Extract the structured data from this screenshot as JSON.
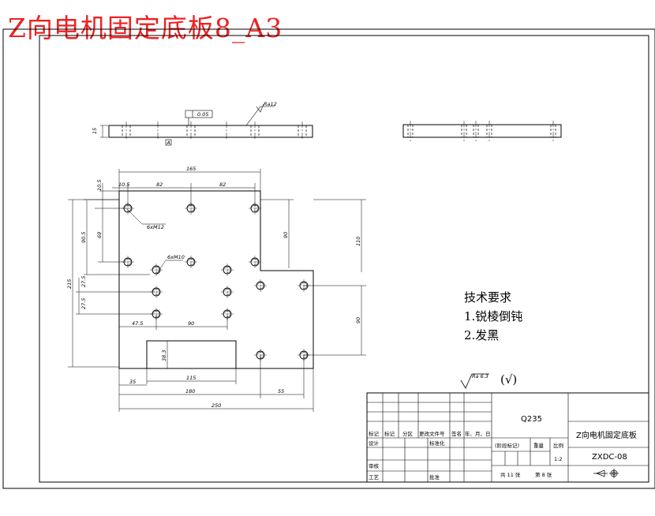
{
  "title": "Z向电机固定底板8_A3",
  "dimensions": {
    "d165": "165",
    "d82a": "82",
    "d82b": "82",
    "d10_5": "10.5",
    "d10_5b": "10.5",
    "d69": "69",
    "d90_5": "90.5",
    "d215": "215",
    "d27_5a": "27.5",
    "d27_5b": "27.5",
    "d90_right": "90",
    "d110": "110",
    "d90_lower": "90",
    "d47_5": "47.5",
    "d90_mid": "90",
    "d38_3": "38.3",
    "d115": "115",
    "d35": "35",
    "d180": "180",
    "d55": "55",
    "d250": "250",
    "d15": "15",
    "holes_m12": "6xM12",
    "holes_m10": "6xM10",
    "roughness_side": "Ra12",
    "flatness": "0.05",
    "datum": "A",
    "roughness_general": "Ra 6.3",
    "roughness_check": "(√)"
  },
  "requirements": {
    "heading": "技术要求",
    "item1": "1.锐棱倒钝",
    "item2": "2.发黑"
  },
  "title_block": {
    "material": "Q235",
    "part_name": "Z向电机固定底板",
    "drawing_no": "ZXDC-08",
    "scale_label": "比例",
    "scale": "1:2",
    "weight_label": "重量",
    "stage_mark": "(阶段标记)",
    "sheets": "共 11 张",
    "sheet": "第 8 张",
    "mark": "标记",
    "count": "标记",
    "zone": "分区",
    "doc_no": "更改文件号",
    "signature": "签名",
    "date": "年、月、日",
    "design": "设计",
    "standardize": "标准化",
    "review": "审核",
    "process": "工艺",
    "approve": "批准"
  }
}
